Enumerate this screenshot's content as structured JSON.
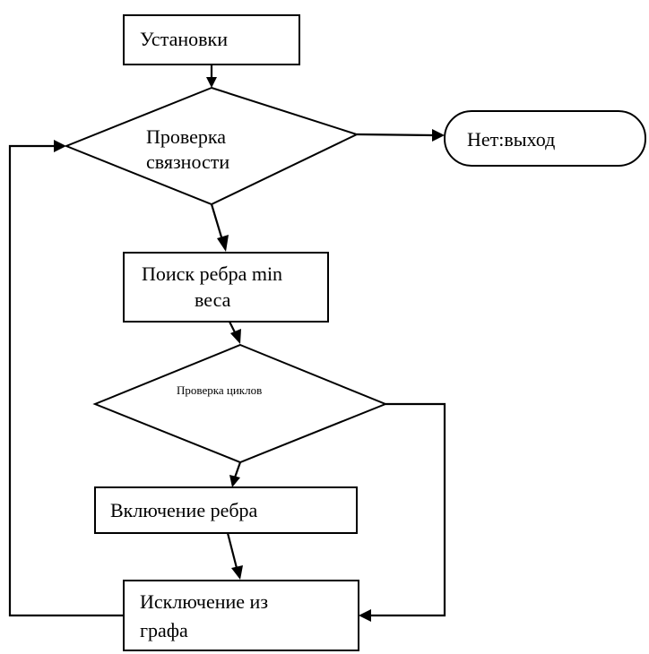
{
  "diagram": {
    "nodes": {
      "setup": {
        "lines": [
          "Установки"
        ]
      },
      "connectivity_check": {
        "lines": [
          "Проверка",
          "связности"
        ]
      },
      "exit": {
        "lines": [
          "Нет:выход"
        ]
      },
      "min_edge_search": {
        "lines": [
          "Поиск ребра min",
          "веса"
        ]
      },
      "cycle_check": {
        "lines": [
          "Проверка циклов"
        ]
      },
      "include_edge": {
        "lines": [
          "Включение ребра"
        ]
      },
      "exclude_from_graph": {
        "lines": [
          "Исключение из",
          "графа"
        ]
      }
    }
  }
}
